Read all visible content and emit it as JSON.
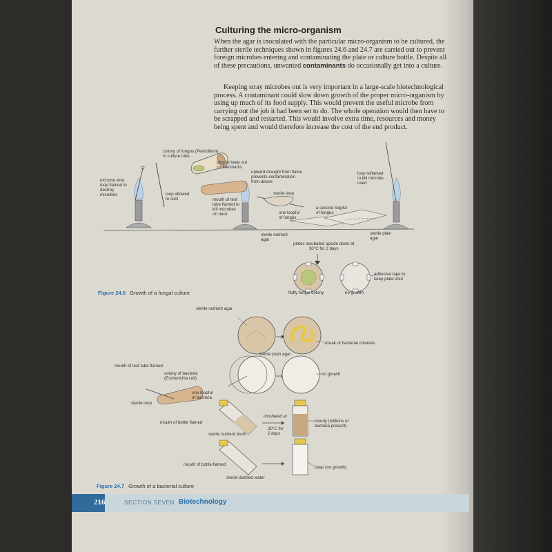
{
  "heading": "Culturing the micro-organism",
  "paragraph1": "When the agar is inoculated with the particular micro-organism to be cultured, the further sterile techniques shown in figures 24.6 and 24.7 are carried out to prevent foreign microbes entering and contaminating the plate or culture bottle. Despite all of these precautions, unwanted ",
  "paragraph1_bold": "contaminants",
  "paragraph1_end": " do occasionally get into a culture.",
  "paragraph2": "Keeping stray microbes out is very important in a large-scale biotechnological process. A contaminant could slow down growth of the proper micro-organism by using up much of its food supply. This would prevent the useful microbe from carrying out the job it had been set to do. The whole operation would then have to be scrapped and restarted. This would involve extra time, resources and money being spent and would therefore increase the cost of the end product.",
  "fig246": {
    "label_nichrome": "nicrome wire\nloop flamed to\ndestroy\nmicrobes",
    "label_colony": "colony of fungus (Penicillium)\nin culture tube",
    "label_plug": "plug to keep out\ncontaminants",
    "label_loop_cool": "loop allowed\nto cool",
    "label_draught": "upward draught from flame\nprevents contamination\nfrom above",
    "label_mouth": "mouth of test\ntube flamed to\nkill microbes\non neck",
    "label_sterile_loop": "sterile loop",
    "label_one_loopful": "one loopful\nof fungus",
    "label_second_loopful": "a second loopful\nof fungus",
    "label_reflamed": "loop reflamed\nto kill microbe\nused",
    "label_nutrient_agar": "sterile nutrient\nagar",
    "label_plain_agar": "sterile plain\nagar",
    "label_incubated": "plates incubated upside down at\n30°C for 2 days",
    "label_tape": "adhesive tape to\nkeep plate shut",
    "label_fluffy": "fluffy fungal colony",
    "label_no_growth": "no growth",
    "caption_num": "Figure 24.6",
    "caption_text": "Growth of a fungal culture"
  },
  "fig247": {
    "label_nutrient_agar": "sterile nutrient agar",
    "label_streak": "streak of bacterial colonies",
    "label_plain_agar": "sterile plain agar",
    "label_no_growth": "no growth",
    "label_mouth_tube": "mouth of test tube flamed",
    "label_colony": "colony of bacteria\n(Escherichia coli)",
    "label_one_loopful": "one loopful\nof bacteria",
    "label_sterile_loop": "sterile loop",
    "label_incubated": "incubated at",
    "label_temp": "30°C for\n2 days",
    "label_mouth_bottle": "mouth of bottle flamed",
    "label_cloudy": "cloudy (millions of\nbacteria present)",
    "label_broth": "sterile nutrient broth",
    "label_mouth_bottle2": "mouth of bottle flamed",
    "label_clear": "clear (no growth)",
    "label_distilled": "sterile distilled water",
    "caption_num": "Figure 24.7",
    "caption_text": "Growth of a bacterial culture"
  },
  "footer": {
    "page_number": "216",
    "section": "SECTION SEVEN",
    "topic": "Biotechnology"
  },
  "colors": {
    "accent_blue": "#2f6c9b",
    "agar": "#d9c6a8",
    "flame": "#bcd3e6",
    "colony_green": "#b9c77a",
    "yellow": "#e6c94a"
  }
}
